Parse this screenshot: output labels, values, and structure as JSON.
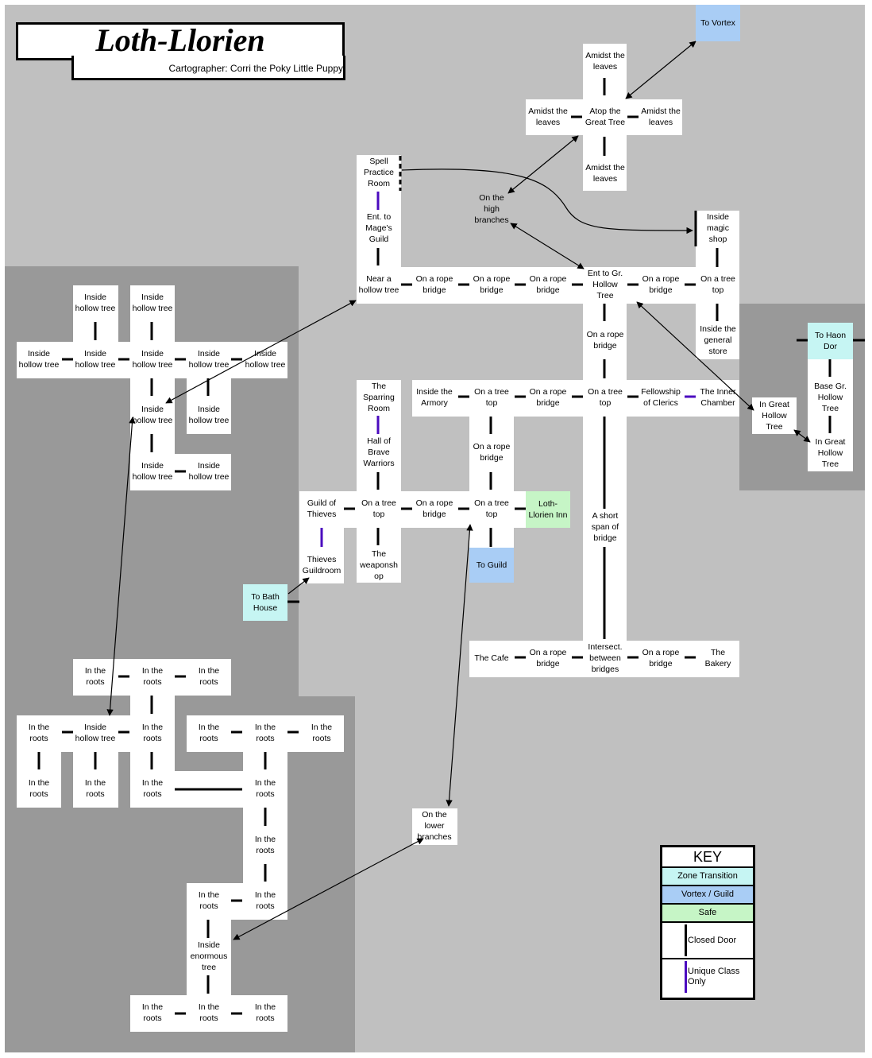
{
  "title": "Loth-Llorien",
  "cartographer": "Cartographer: Corri the Poky Little Puppy",
  "colors": {
    "zone_transition": "#c6f5f3",
    "vortex_guild": "#a9cdf5",
    "safe": "#c6f5c6",
    "closed_door": "#000000",
    "unique_class": "#4b0bbf",
    "background_light": "#c0c0c0",
    "background_dark": "#999999",
    "room": "#ffffff"
  },
  "rooms": [
    {
      "id": "vortex",
      "label": "To Vortex",
      "type": "vortex"
    },
    {
      "id": "amidst-n",
      "label": "Amidst the\nleaves"
    },
    {
      "id": "amidst-w",
      "label": "Amidst the\nleaves"
    },
    {
      "id": "atop-great-tree",
      "label": "Atop the\nGreat Tree"
    },
    {
      "id": "amidst-e",
      "label": "Amidst the\nleaves"
    },
    {
      "id": "amidst-s",
      "label": "Amidst the\nleaves"
    },
    {
      "id": "spell-practice",
      "label": "Spell\nPractice\nRoom"
    },
    {
      "id": "high-branches",
      "label": "On the\nhigh\nbranches"
    },
    {
      "id": "mages-guild",
      "label": "Ent. to\nMage's\nGuild"
    },
    {
      "id": "magic-shop",
      "label": "Inside\nmagic\nshop"
    },
    {
      "id": "near-hollow-tree",
      "label": "Near a\nhollow tree"
    },
    {
      "id": "rope-1",
      "label": "On a rope\nbridge"
    },
    {
      "id": "rope-2",
      "label": "On a rope\nbridge"
    },
    {
      "id": "rope-3",
      "label": "On a rope\nbridge"
    },
    {
      "id": "ent-gr-hollow",
      "label": "Ent to Gr.\nHollow\nTree"
    },
    {
      "id": "rope-4",
      "label": "On a rope\nbridge"
    },
    {
      "id": "tree-top-1",
      "label": "On a tree\ntop"
    },
    {
      "id": "rope-5",
      "label": "On a rope\nbridge"
    },
    {
      "id": "general-store",
      "label": "Inside the\ngeneral\nstore"
    },
    {
      "id": "haon-dor",
      "label": "To Haon\nDor",
      "type": "zone"
    },
    {
      "id": "armory",
      "label": "Inside the\nArmory"
    },
    {
      "id": "tree-top-2",
      "label": "On a tree\ntop"
    },
    {
      "id": "rope-6",
      "label": "On a rope\nbridge"
    },
    {
      "id": "tree-top-3",
      "label": "On a tree\ntop"
    },
    {
      "id": "clerics",
      "label": "Fellowship\nof Clerics"
    },
    {
      "id": "inner-chamber",
      "label": "The Inner\nChamber"
    },
    {
      "id": "in-great-hollow-1",
      "label": "In Great\nHollow\nTree"
    },
    {
      "id": "base-gr-hollow",
      "label": "Base  Gr.\nHollow\nTree"
    },
    {
      "id": "in-great-hollow-2",
      "label": "In Great\nHollow\nTree"
    },
    {
      "id": "sparring",
      "label": "The\nSparring\nRoom"
    },
    {
      "id": "rope-7",
      "label": "On a rope\nbridge"
    },
    {
      "id": "brave-warriors",
      "label": "Hall of\nBrave\nWarriors"
    },
    {
      "id": "short-span",
      "label": "A short\nspan of\nbridge"
    },
    {
      "id": "guild-thieves",
      "label": "Guild of\nThieves"
    },
    {
      "id": "tree-top-4",
      "label": "On a tree\ntop"
    },
    {
      "id": "rope-8",
      "label": "On a rope\nbridge"
    },
    {
      "id": "tree-top-5",
      "label": "On a tree\ntop"
    },
    {
      "id": "inn",
      "label": "Loth-\nLlorien Inn",
      "type": "safe"
    },
    {
      "id": "thieves-guildroom",
      "label": "Thieves\nGuildroom"
    },
    {
      "id": "weaponshop",
      "label": "The\nweaponsh\nop"
    },
    {
      "id": "to-guild",
      "label": "To Guild",
      "type": "vortex"
    },
    {
      "id": "bath-house",
      "label": "To Bath\nHouse",
      "type": "zone"
    },
    {
      "id": "cafe",
      "label": "The Cafe"
    },
    {
      "id": "rope-9",
      "label": "On a rope\nbridge"
    },
    {
      "id": "intersect",
      "label": "Intersect.\nbetween\nbridges"
    },
    {
      "id": "rope-10",
      "label": "On a rope\nbridge"
    },
    {
      "id": "bakery",
      "label": "The\nBakery"
    },
    {
      "id": "lower-branches",
      "label": "On the\nlower\nbranches"
    },
    {
      "id": "hollow-1",
      "label": "Inside\nhollow tree"
    },
    {
      "id": "hollow-2",
      "label": "Inside\nhollow tree"
    },
    {
      "id": "hollow-3",
      "label": "Inside\nhollow tree"
    },
    {
      "id": "hollow-4",
      "label": "Inside\nhollow tree"
    },
    {
      "id": "hollow-5",
      "label": "Inside\nhollow tree"
    },
    {
      "id": "hollow-6",
      "label": "Inside\nhollow tree"
    },
    {
      "id": "hollow-7",
      "label": "Inside\nhollow tree"
    },
    {
      "id": "hollow-8",
      "label": "Inside\nhollow tree"
    },
    {
      "id": "hollow-9",
      "label": "Inside\nhollow tree"
    },
    {
      "id": "hollow-10",
      "label": "Inside\nhollow tree"
    },
    {
      "id": "hollow-11",
      "label": "Inside\nhollow tree"
    },
    {
      "id": "hollow-12",
      "label": "Inside\nhollow tree"
    },
    {
      "id": "roots-1",
      "label": "In the\nroots"
    },
    {
      "id": "roots-2",
      "label": "In the\nroots"
    },
    {
      "id": "roots-3",
      "label": "In the\nroots"
    },
    {
      "id": "roots-4",
      "label": "In the\nroots"
    },
    {
      "id": "roots-hollow",
      "label": "Inside\nhollow tree"
    },
    {
      "id": "roots-5",
      "label": "In the\nroots"
    },
    {
      "id": "roots-6",
      "label": "In the\nroots"
    },
    {
      "id": "roots-7",
      "label": "In the\nroots"
    },
    {
      "id": "roots-8",
      "label": "In the\nroots"
    },
    {
      "id": "roots-9",
      "label": "In the\nroots"
    },
    {
      "id": "roots-10",
      "label": "In the\nroots"
    },
    {
      "id": "roots-11",
      "label": "In the\nroots"
    },
    {
      "id": "roots-12",
      "label": "In the\nroots"
    },
    {
      "id": "roots-13",
      "label": "In the\nroots"
    },
    {
      "id": "roots-14",
      "label": "In the\nroots"
    },
    {
      "id": "roots-15",
      "label": "In the\nroots"
    },
    {
      "id": "enormous-tree",
      "label": "Inside\nenormous\ntree"
    },
    {
      "id": "roots-16",
      "label": "In the\nroots"
    },
    {
      "id": "roots-17",
      "label": "In the\nroots"
    },
    {
      "id": "roots-18",
      "label": "In the\nroots"
    }
  ],
  "key": {
    "title": "KEY",
    "zone_transition": "Zone Transition",
    "vortex_guild": "Vortex / Guild",
    "safe": "Safe",
    "closed_door": "Closed Door",
    "unique_class": "Unique Class\nOnly"
  }
}
